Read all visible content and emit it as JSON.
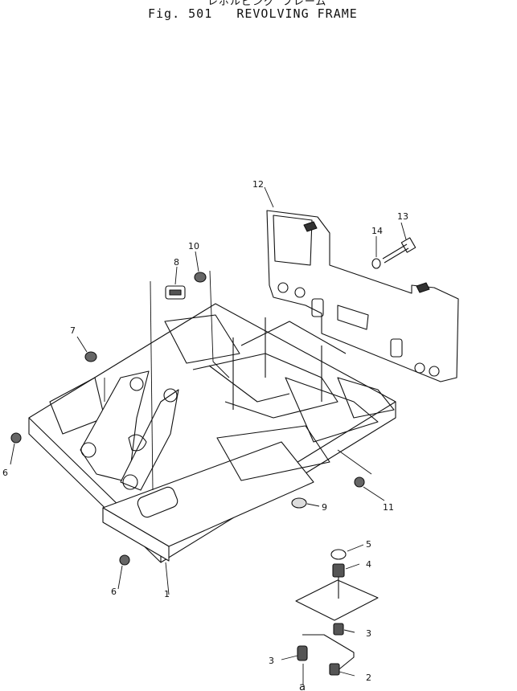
{
  "header": {
    "japanese_title": "レボルビング フレーム",
    "figure_label": "Fig. 501",
    "title": "REVOLVING FRAME"
  },
  "callouts": [
    "1",
    "2",
    "3",
    "3",
    "4",
    "5",
    "6",
    "6",
    "7",
    "8",
    "9",
    "10",
    "11",
    "12",
    "13",
    "14",
    "a"
  ]
}
